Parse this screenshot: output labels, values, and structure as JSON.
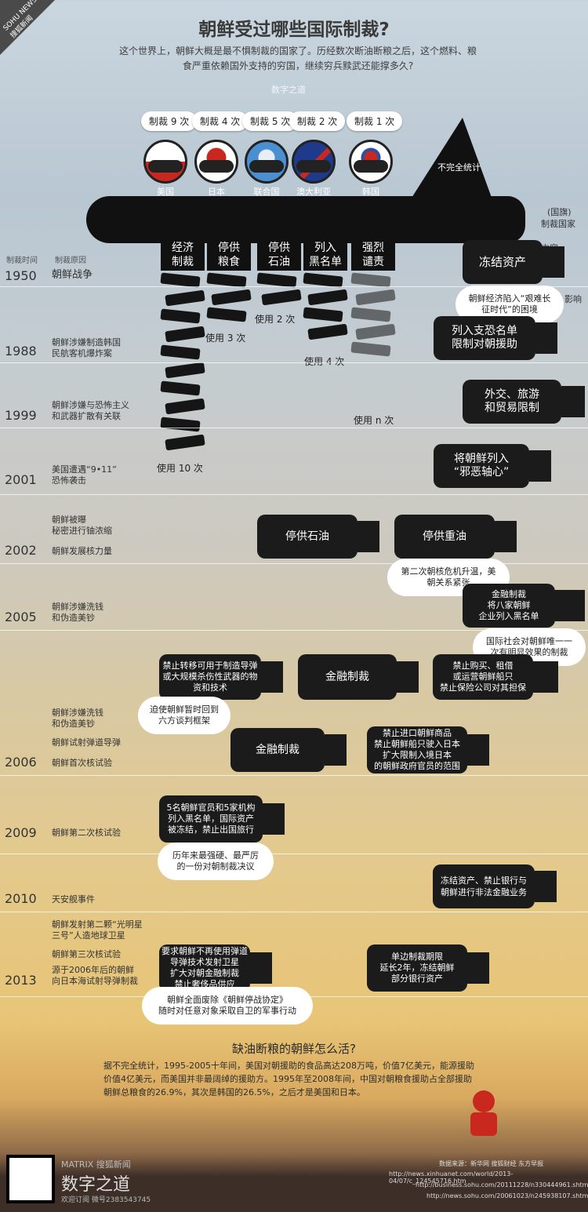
{
  "corner_label": "SOHU NEWS 搜狐新闻",
  "title": "朝鲜受过哪些国际制裁?",
  "intro": "这个世界上，朝鲜大概是最不惧制裁的国家了。历经数次断油断粮之后，这个燃料、粮食严重依赖国外支持的穷国，继续穷兵黩武还能撑多久?",
  "watermark": "数字之道",
  "countries": [
    {
      "name": "美国",
      "count": "制裁 9 次"
    },
    {
      "name": "日本",
      "count": "制裁 4 次"
    },
    {
      "name": "联合国",
      "count": "制裁 5 次"
    },
    {
      "name": "澳大利亚",
      "count": "制裁 2 次"
    },
    {
      "name": "韩国",
      "count": "制裁 1 次"
    }
  ],
  "incomplete": "不完全统计",
  "legend": {
    "flag": "(国旗)",
    "country": "制裁国家",
    "content": "制裁内容",
    "impact": "影响"
  },
  "columns": {
    "time": "制裁时间",
    "reason": "制裁原因"
  },
  "types": [
    {
      "label": "经济\n制裁",
      "uses": "使用 10 次"
    },
    {
      "label": "停供\n粮食",
      "uses": "使用 3 次"
    },
    {
      "label": "停供\n石油",
      "uses": "使用 2 次"
    },
    {
      "label": "列入\n黑名单",
      "uses": "使用 4 次"
    },
    {
      "label": "强烈\n谴责",
      "uses": "使用 n 次"
    }
  ],
  "years": {
    "y1950": {
      "year": "1950",
      "reason": "朝鲜战争",
      "actions": [
        "冻结资产"
      ],
      "note": "朝鲜经济陷入“艰难长征时代”的困境"
    },
    "y1988": {
      "year": "1988",
      "reason": "朝鲜涉嫌制造韩国\n民航客机爆炸案",
      "actions": [
        "列入支恐名单\n限制对朝援助"
      ]
    },
    "y1999": {
      "year": "1999",
      "reason": "朝鲜涉嫌与恐怖主义\n和武器扩散有关联",
      "actions": [
        "外交、旅游\n和贸易限制"
      ]
    },
    "y2001": {
      "year": "2001",
      "reason": "美国遭遇“9•11”\n恐怖袭击",
      "actions": [
        "将朝鲜列入\n“邪恶轴心”"
      ]
    },
    "y2002": {
      "year": "2002",
      "reasons": [
        "朝鲜被曝\n秘密进行铀浓缩",
        "朝鲜发展核力量"
      ],
      "actions": [
        "停供石油",
        "停供重油"
      ],
      "note": "第二次朝核危机升温，美朝关系紧张"
    },
    "y2005": {
      "year": "2005",
      "reason": "朝鲜涉嫌洗钱\n和伪造美钞",
      "actions": [
        "金融制裁\n将八家朝鲜\n企业列入黑名单"
      ],
      "note": "国际社会对朝鲜唯一一次有明显效果的制裁"
    },
    "y2006": {
      "year": "2006",
      "reasons": [
        "朝鲜涉嫌洗钱\n和伪造美钞",
        "朝鲜试射弹道导弹",
        "朝鲜首次核试验"
      ],
      "actions": [
        "禁止转移可用于制造导弹或大规模杀伤性武器的物资和技术",
        "金融制裁",
        "禁止购买、租借\n或运营朝鲜船只\n禁止保险公司对其担保",
        "金融制裁",
        "禁止进口朝鲜商品\n禁止朝鲜船只驶入日本\n扩大限制入境日本\n的朝鲜政府官员的范围"
      ],
      "note": "迫使朝鲜暂时回到六方谈判框架"
    },
    "y2009": {
      "year": "2009",
      "reason": "朝鲜第二次核试验",
      "actions": [
        "5名朝鲜官员和5家机构\n列入黑名单，国际资产\n被冻结，禁止出国旅行"
      ],
      "note": "历年来最强硬、最严厉的一份对朝制裁决议"
    },
    "y2010": {
      "year": "2010",
      "reason": "天安舰事件",
      "actions": [
        "冻结资产、禁止银行与\n朝鲜进行非法金融业务"
      ]
    },
    "y2013": {
      "year": "2013",
      "reasons": [
        "朝鲜发射第二颗“光明星\n三号”人造地球卫星",
        "朝鲜第三次核试验",
        "源于2006年后的朝鲜\n向日本海试射导弹制裁"
      ],
      "actions": [
        "要求朝鲜不再使用弹道\n导弹技术发射卫星\n扩大对朝金融制裁\n禁止奢侈品供应",
        "单边制裁期限\n延长2年，冻结朝鲜\n部分银行资产"
      ],
      "note": "朝鲜全面废除《朝鲜停战协定》\n随时对任意对象采取自卫的军事行动"
    }
  },
  "bottom": {
    "question": "缺油断粮的朝鲜怎么活?",
    "text": "据不完全统计，1995-2005十年间，美国对朝援助的食品高达208万吨，价值7亿美元，能源援助价值4亿美元，而美国并非最阔绰的援助方。1995年至2008年间，中国对朝粮食援助占全部援助朝鲜总粮食的26.9%，其次是韩国的26.5%，之后才是美国和日本。"
  },
  "footer": {
    "brand": "MATRIX 搜狐新闻",
    "brand2": "数字之道",
    "subscribe": "欢迎订阅 微号2383543745",
    "sources_label": "数据来源：新华网 搜狐财经 东方早报",
    "links": [
      "http://news.xinhuanet.com/world/2013-04/07/c_124545716.htm",
      "http://business.sohu.com/20111228/n330444961.shtml",
      "http://news.sohu.com/20061023/n245938107.shtml"
    ]
  },
  "colors": {
    "dark": "#1b1b1b",
    "sky": "#c9d6df",
    "sand": "#e8c576"
  }
}
